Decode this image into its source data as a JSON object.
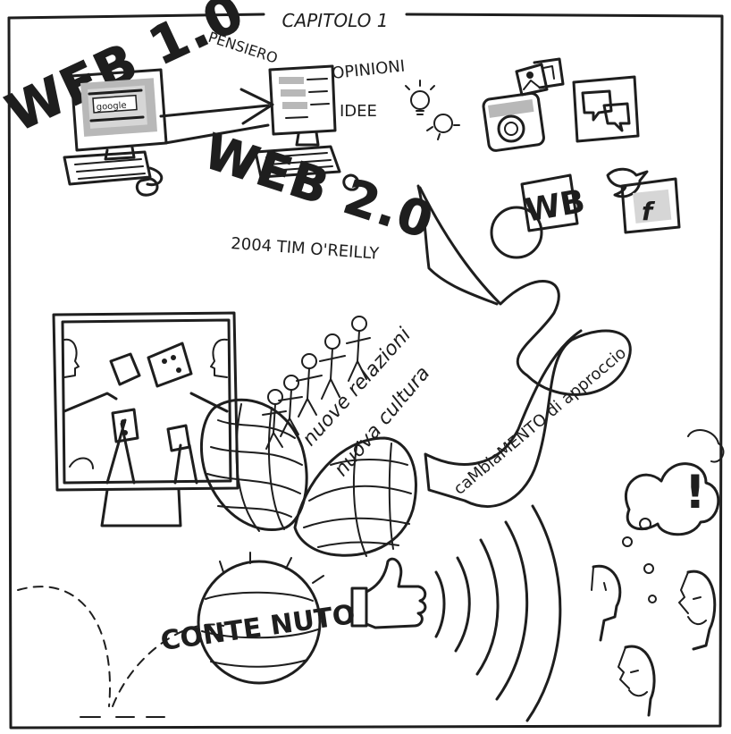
{
  "header": {
    "chapter": "CAPITOLO 1"
  },
  "web1": {
    "title": "WEB 1.0",
    "search_label": "google",
    "caption": "PENSIERO"
  },
  "web2": {
    "title": "WEB 2.0",
    "subtitle": "2004  TIM O'REILLY",
    "words": [
      "OPINIONI",
      "IDEE"
    ]
  },
  "social": {
    "icons": [
      "instagram-icon",
      "photo-icon",
      "chat-icon",
      "wordpress-icon",
      "twitter-icon",
      "facebook-icon"
    ],
    "wordpress_letters": "WB",
    "facebook_letter": "f"
  },
  "ribbon": {
    "line1": "nuove relazioni",
    "line2": "nuova cultura",
    "line3": "caMbiaMENTO di approccio"
  },
  "content_globe": {
    "text": "CONTE NUTO"
  },
  "exclamation": "!"
}
